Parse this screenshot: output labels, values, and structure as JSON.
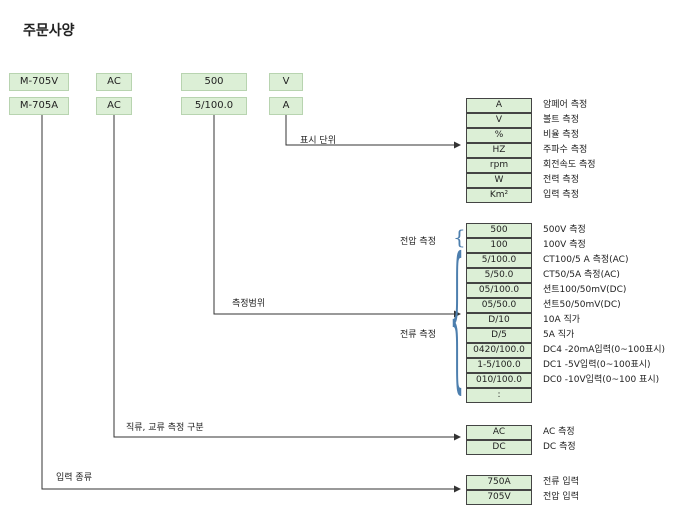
{
  "title": "주문사양",
  "codes_row1": [
    "M-705V",
    "AC",
    "500",
    "V"
  ],
  "codes_row2": [
    "M-705A",
    "AC",
    "5/100.0",
    "A"
  ],
  "labels": {
    "unit": "표시 단위",
    "range": "측정범위",
    "acdc": "직류, 교류 측정 구분",
    "input": "입력 종류",
    "voltage": "전압 측정",
    "current": "전류 측정"
  },
  "unit_table": [
    {
      "code": "A",
      "desc": "암페어 측정"
    },
    {
      "code": "V",
      "desc": "볼트 측정"
    },
    {
      "code": "%",
      "desc": "비율 측정"
    },
    {
      "code": "HZ",
      "desc": "주파수 측정"
    },
    {
      "code": "rpm",
      "desc": "회전속도 측정"
    },
    {
      "code": "W",
      "desc": "전력 측정"
    },
    {
      "code": "Km²",
      "desc": "입력 측정"
    }
  ],
  "range_table": [
    {
      "code": "500",
      "desc": "500V 측정"
    },
    {
      "code": "100",
      "desc": "100V 측정"
    },
    {
      "code": "5/100.0",
      "desc": "CT100/5 A 측정(AC)"
    },
    {
      "code": "5/50.0",
      "desc": "CT50/5A 측정(AC)"
    },
    {
      "code": "05/100.0",
      "desc": "션트100/50mV(DC)"
    },
    {
      "code": "05/50.0",
      "desc": "션트50/50mV(DC)"
    },
    {
      "code": "D/10",
      "desc": "10A 직가"
    },
    {
      "code": "D/5",
      "desc": "5A 직가"
    },
    {
      "code": "0420/100.0",
      "desc": "DC4 -20mA입력(0~100표시)"
    },
    {
      "code": "1-5/100.0",
      "desc": "DC1 -5V입력(0~100표시)"
    },
    {
      "code": "010/100.0",
      "desc": "DC0 -10V입력(0~100 표시)"
    },
    {
      "code": ":",
      "desc": ""
    }
  ],
  "acdc_table": [
    {
      "code": "AC",
      "desc": "AC 측정"
    },
    {
      "code": "DC",
      "desc": "DC 측정"
    }
  ],
  "input_table": [
    {
      "code": "750A",
      "desc": "전류 입력"
    },
    {
      "code": "705V",
      "desc": "전압 입력"
    }
  ]
}
